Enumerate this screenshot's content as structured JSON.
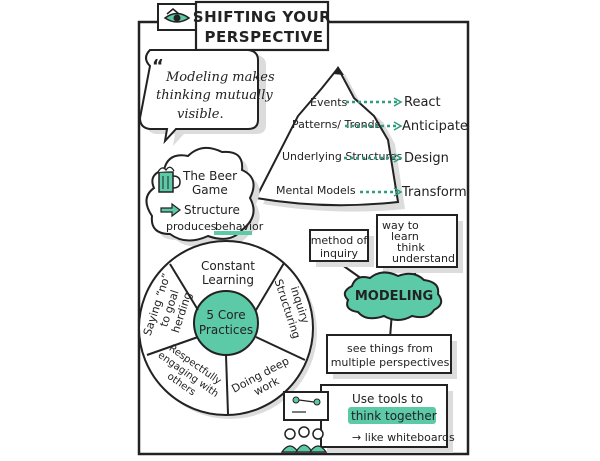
{
  "title": {
    "line1": "SHIFTING YOUR",
    "line2": "PERSPECTIVE"
  },
  "quote": {
    "mark": "“",
    "lines": [
      "Modeling makes",
      "thinking mutually",
      "visible."
    ]
  },
  "iceberg": {
    "levels": [
      {
        "left": "Events",
        "right": "React"
      },
      {
        "left": "Patterns/ Trends",
        "right": "Anticipate"
      },
      {
        "left": "Underlying Structures",
        "right": "Design"
      },
      {
        "left": "Mental Models",
        "right": "Transform"
      }
    ]
  },
  "beer_game": {
    "title_line1": "The Beer",
    "title_line2": "Game",
    "arrow_text": "Structure",
    "line2_prefix": "produces",
    "line2_highlight": "behavior"
  },
  "core_practices": {
    "center_line1": "5 Core",
    "center_line2": "Practices",
    "segments": [
      {
        "lines": [
          "Constant",
          "Learning"
        ]
      },
      {
        "lines": [
          "Structuring",
          "inquiry"
        ]
      },
      {
        "lines": [
          "Doing deep",
          "work"
        ]
      },
      {
        "lines": [
          "Respectfully",
          "engaging with",
          "others"
        ]
      },
      {
        "lines": [
          "Saying “no”",
          "to goal",
          "herding"
        ]
      }
    ]
  },
  "modeling": {
    "center": "MODELING",
    "method": [
      "method of",
      "inquiry"
    ],
    "way": [
      "way to",
      "learn",
      "think",
      "understand"
    ],
    "see": [
      "see things from",
      "multiple perspectives"
    ]
  },
  "tools": {
    "line1": "Use tools to",
    "highlight": "think together",
    "line3": "→ like whiteboards"
  },
  "colors": {
    "accent": "#5cc9a7",
    "accent_dark": "#2f9e80",
    "ink": "#222222",
    "shade": "#dcdcdc"
  }
}
